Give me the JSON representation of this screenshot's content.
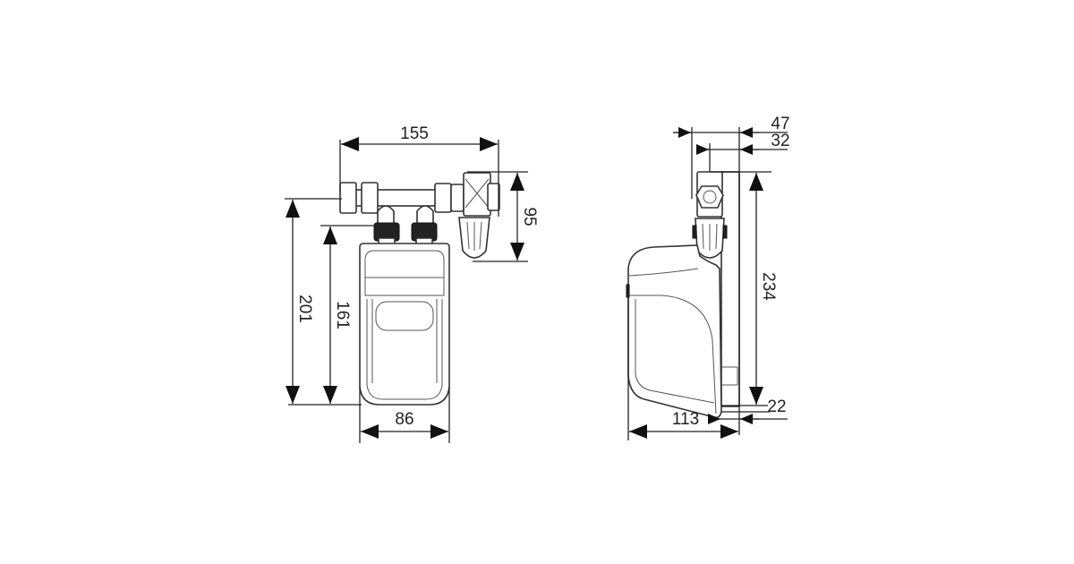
{
  "front_view": {
    "dimensions": {
      "width_with_fittings": "155",
      "fitting_height": "95",
      "total_height": "201",
      "body_height": "161",
      "body_width": "86"
    }
  },
  "side_view": {
    "dimensions": {
      "offset_outer": "47",
      "offset_inner": "32",
      "total_height": "234",
      "bottom_offset": "22",
      "depth": "113"
    }
  },
  "colors": {
    "line": "#222222",
    "background": "#ffffff"
  }
}
